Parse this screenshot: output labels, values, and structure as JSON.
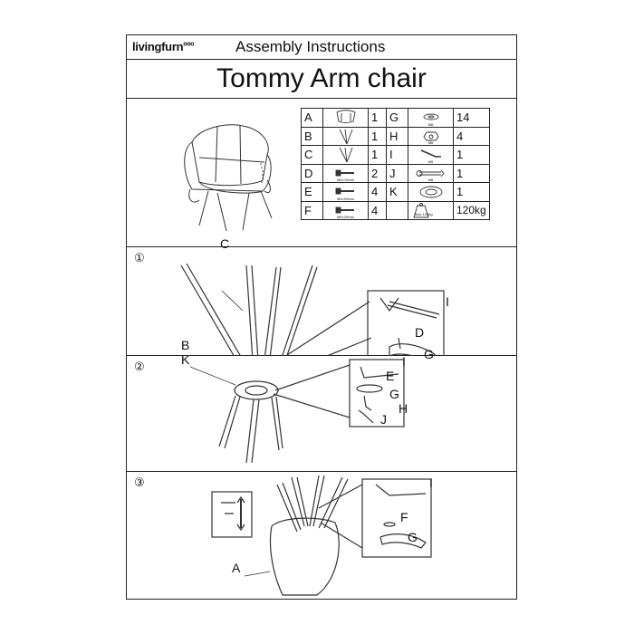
{
  "header": {
    "brand": "livingfurn",
    "brand_mark": "ooo",
    "doc_title": "Assembly Instructions"
  },
  "product_title": "Tommy Arm chair",
  "parts": [
    {
      "letter": "A",
      "qty": "1",
      "icon": "seat-icon",
      "note": ""
    },
    {
      "letter": "B",
      "qty": "1",
      "icon": "leg-pair-icon",
      "note": ""
    },
    {
      "letter": "C",
      "qty": "1",
      "icon": "leg-pair-icon",
      "note": ""
    },
    {
      "letter": "D",
      "qty": "2",
      "icon": "bolt-icon",
      "note": "M6×10mm"
    },
    {
      "letter": "E",
      "qty": "4",
      "icon": "bolt-icon",
      "note": "M6×20mm"
    },
    {
      "letter": "F",
      "qty": "4",
      "icon": "bolt-icon",
      "note": "M6×20mm"
    }
  ],
  "parts2": [
    {
      "letter": "G",
      "qty": "14",
      "icon": "washer-icon",
      "note": "M6"
    },
    {
      "letter": "H",
      "qty": "4",
      "icon": "nut-icon",
      "note": "M6"
    },
    {
      "letter": "I",
      "qty": "1",
      "icon": "allen-key-icon",
      "note": "M5"
    },
    {
      "letter": "J",
      "qty": "1",
      "icon": "wrench-icon",
      "note": "M8"
    },
    {
      "letter": "K",
      "qty": "1",
      "icon": "swivel-plate-icon",
      "note": ""
    },
    {
      "letter": "",
      "qty": "120kg",
      "icon": "weight-icon",
      "note": "Max 120kg"
    }
  ],
  "steps": [
    {
      "num": "①",
      "labels": {
        "c": "C",
        "b": "B",
        "i": "I",
        "d": "D",
        "g": "G"
      }
    },
    {
      "num": "②",
      "labels": {
        "k": "K",
        "i": "I",
        "e": "E",
        "g": "G",
        "h": "H",
        "j": "J"
      }
    },
    {
      "num": "③",
      "labels": {
        "i": "I",
        "f": "F",
        "g": "G",
        "a": "A"
      }
    }
  ]
}
